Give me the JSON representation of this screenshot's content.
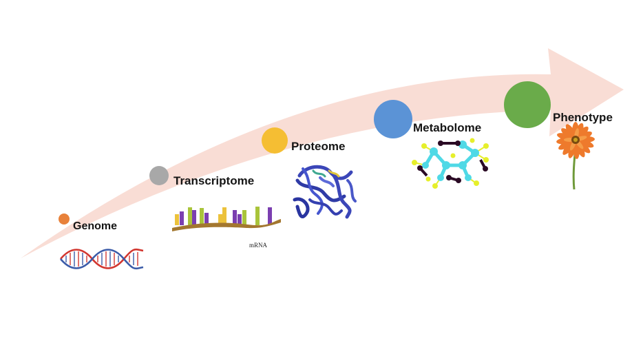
{
  "stages": [
    {
      "label": "Genome",
      "color": "#e8813a",
      "icon": "dna-double-helix-icon"
    },
    {
      "label": "Transcriptome",
      "color": "#a8a8a8",
      "icon": "mrna-strand-icon",
      "sublabel": "mRNA"
    },
    {
      "label": "Proteome",
      "color": "#f5be33",
      "icon": "protein-structure-icon"
    },
    {
      "label": "Metabolome",
      "color": "#5b93d6",
      "icon": "molecule-ball-stick-icon"
    },
    {
      "label": "Phenotype",
      "color": "#6aab4a",
      "icon": "gerbera-flower-icon"
    }
  ],
  "colors": {
    "arrow": "#f9ddd5",
    "dna_red": "#d2362f",
    "dna_blue": "#3b5ba8",
    "mrna_backbone": "#a3772f",
    "protein": "#3b46b8",
    "atom_cyan": "#4fd9e6",
    "atom_yellow": "#e6ef2b",
    "atom_dark": "#2a0a24",
    "petal": "#ee7a2c",
    "stem": "#6f9a3a"
  }
}
